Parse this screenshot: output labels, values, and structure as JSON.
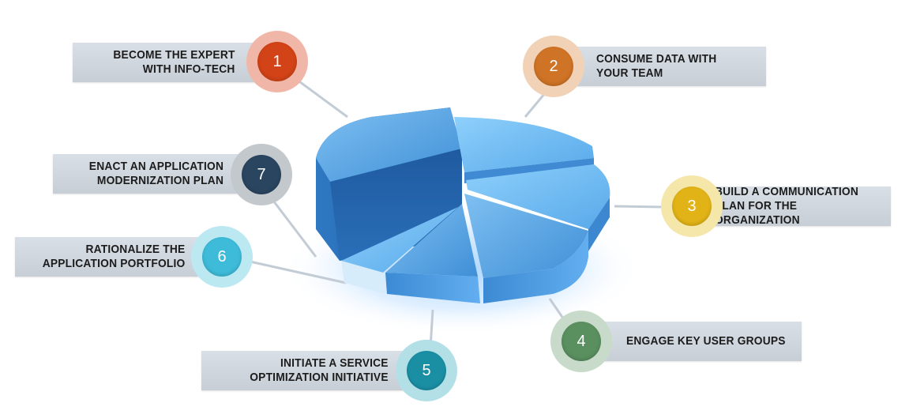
{
  "steps": [
    {
      "number": "1",
      "line1": "BECOME THE EXPERT",
      "line2": "WITH INFO-TECH",
      "color": "#d24317",
      "halo": "#f0b7a8"
    },
    {
      "number": "2",
      "line1": "CONSUME DATA WITH",
      "line2": "YOUR TEAM",
      "color": "#cf7326",
      "halo": "#f1d2b6"
    },
    {
      "number": "3",
      "line1": "BUILD A COMMUNICATION",
      "line2": "PLAN FOR THE ORGANIZATION",
      "color": "#e1b317",
      "halo": "#f5e7a9"
    },
    {
      "number": "4",
      "line1": "ENGAGE KEY USER GROUPS",
      "line2": "",
      "color": "#5a8f5f",
      "halo": "#c8dac9"
    },
    {
      "number": "5",
      "line1": "INITIATE A SERVICE",
      "line2": "OPTIMIZATION INITIATIVE",
      "color": "#1a8fa4",
      "halo": "#b3dfe7"
    },
    {
      "number": "6",
      "line1": "RATIONALIZE THE",
      "line2": "APPLICATION PORTFOLIO",
      "color": "#3dbbd9",
      "halo": "#bce8f2"
    },
    {
      "number": "7",
      "line1": "ENACT AN APPLICATION",
      "line2": "MODERNIZATION PLAN",
      "color": "#2a4560",
      "halo": "#c3c8cd"
    }
  ]
}
